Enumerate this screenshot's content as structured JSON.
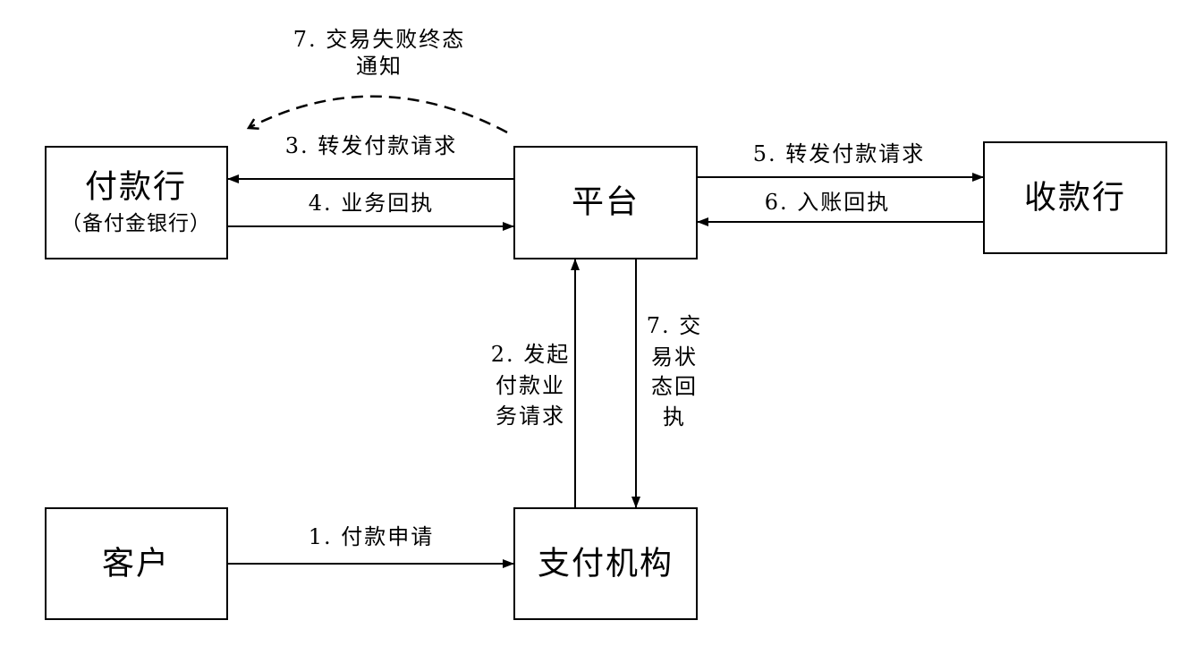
{
  "colors": {
    "stroke": "#000000",
    "text": "#000000",
    "background": "#ffffff"
  },
  "nodes": {
    "payer_bank": {
      "title": "付款行",
      "subtitle": "（备付金银行）"
    },
    "platform": {
      "title": "平台"
    },
    "payee_bank": {
      "title": "收款行"
    },
    "customer": {
      "title": "客户"
    },
    "payment_institution": {
      "title": "支付机构"
    }
  },
  "edges": {
    "step1_payment_application": {
      "label": "1. 付款申请"
    },
    "step2_initiate_request": {
      "lines": [
        "2. 发起",
        "付款业",
        "务请求"
      ]
    },
    "step3_forward_to_payer_bank": {
      "label": "3. 转发付款请求"
    },
    "step4_business_receipt": {
      "label": "4. 业务回执"
    },
    "step5_forward_to_payee_bank": {
      "label": "5. 转发付款请求"
    },
    "step6_credit_receipt": {
      "label": "6. 入账回执"
    },
    "step7_status_receipt": {
      "lines": [
        "7. 交",
        "易状",
        "态回",
        "执"
      ]
    },
    "step7_failure_notice": {
      "lines": [
        "7. 交易失败终态",
        "通知"
      ]
    }
  }
}
